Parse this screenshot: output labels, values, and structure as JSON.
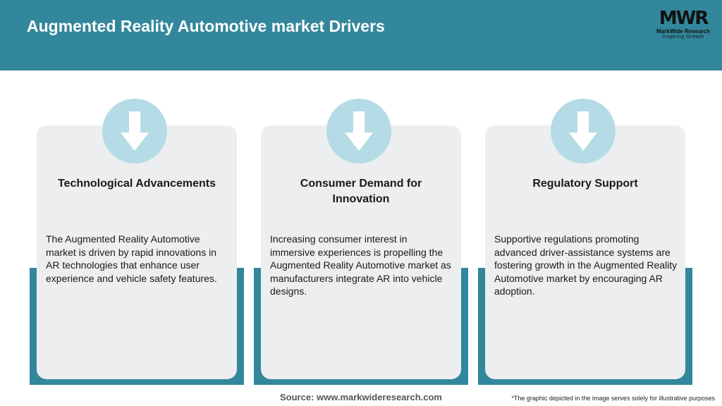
{
  "header": {
    "title": "Augmented Reality Automotive market Drivers",
    "brand_color": "#33879c"
  },
  "logo": {
    "mark": "MWR",
    "name": "MarkWide Research",
    "tagline": "Inspiring Growth"
  },
  "cards": [
    {
      "icon": "down-arrow-icon",
      "title": "Technological Advancements",
      "body": "The Augmented Reality Automotive market is driven by rapid innovations in AR technologies that enhance user experience and vehicle safety features."
    },
    {
      "icon": "down-arrow-icon",
      "title": "Consumer Demand for Innovation",
      "body": "Increasing consumer interest in immersive experiences is propelling the Augmented Reality Automotive market as manufacturers integrate AR into vehicle designs."
    },
    {
      "icon": "down-arrow-icon",
      "title": "Regulatory Support",
      "body": "Supportive regulations promoting advanced driver-assistance systems are fostering growth in the Augmented Reality Automotive market by encouraging AR adoption."
    }
  ],
  "footer": {
    "source": "Source: www.markwideresearch.com",
    "note": "*The graphic depicted in the image serves solely for illustrative purposes"
  },
  "colors": {
    "card_bg": "#eceeef",
    "circle_bg": "#b5dce6",
    "accent": "#33879c"
  }
}
